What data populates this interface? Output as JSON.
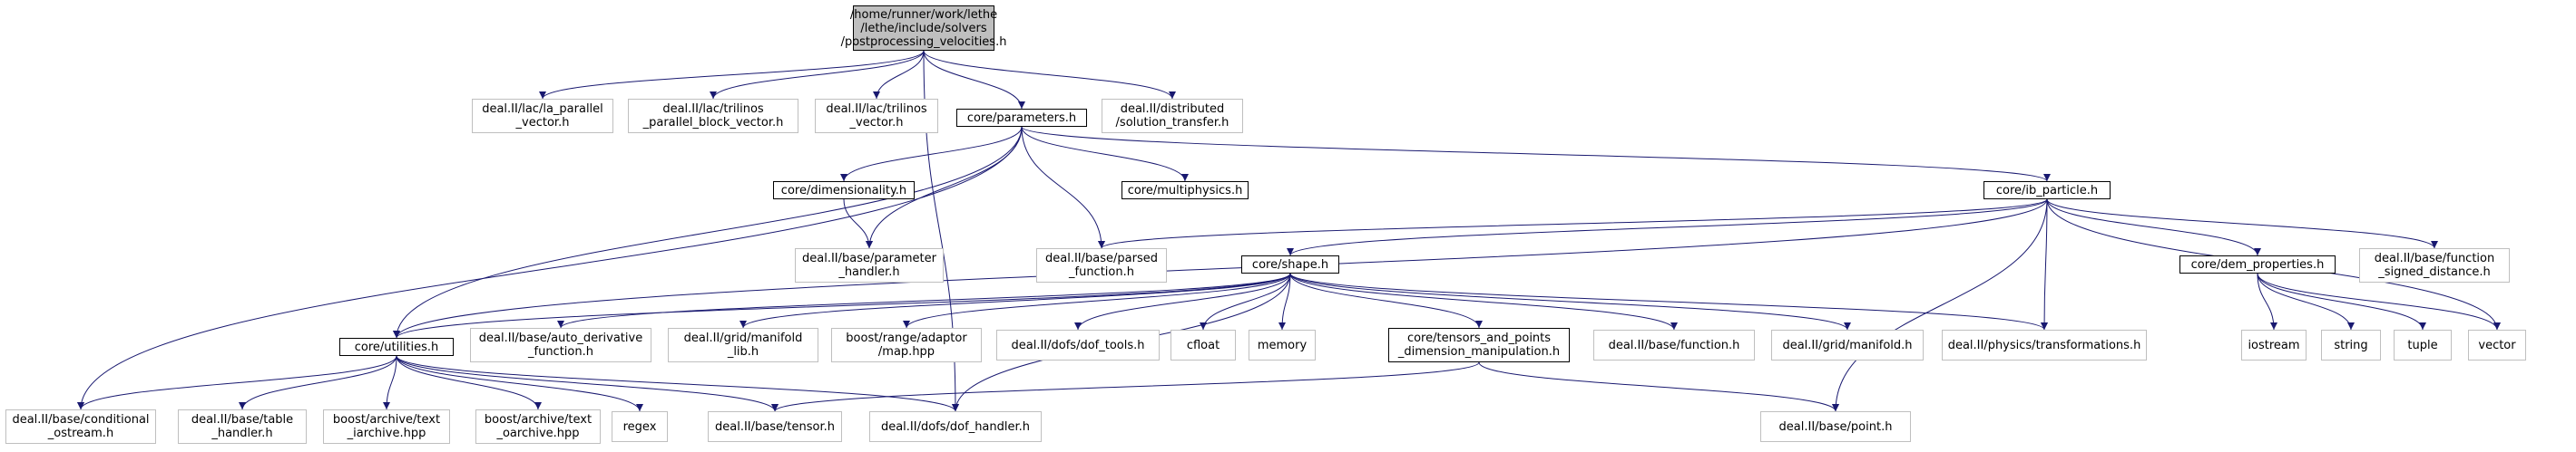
{
  "colors": {
    "edge": "#191970",
    "documented_border": "#000000",
    "system_border": "#bfbfbf",
    "root_fill": "#bfbfbf"
  },
  "nodes": [
    {
      "id": "root",
      "kind": "root",
      "label": "/home/runner/work/lethe\n/lethe/include/solvers\n/postprocessing_velocities.h"
    },
    {
      "id": "la_parallel_vector",
      "kind": "sys",
      "label": "deal.II/lac/la_parallel\n_vector.h"
    },
    {
      "id": "trilinos_block_vector",
      "kind": "sys",
      "label": "deal.II/lac/trilinos\n_parallel_block_vector.h"
    },
    {
      "id": "trilinos_vector",
      "kind": "sys",
      "label": "deal.II/lac/trilinos\n_vector.h"
    },
    {
      "id": "parameters",
      "kind": "doc",
      "label": "core/parameters.h"
    },
    {
      "id": "solution_transfer",
      "kind": "sys",
      "label": "deal.II/distributed\n/solution_transfer.h"
    },
    {
      "id": "dimensionality",
      "kind": "doc",
      "label": "core/dimensionality.h"
    },
    {
      "id": "multiphysics",
      "kind": "doc",
      "label": "core/multiphysics.h"
    },
    {
      "id": "ib_particle",
      "kind": "doc",
      "label": "core/ib_particle.h"
    },
    {
      "id": "parameter_handler",
      "kind": "sys",
      "label": "deal.II/base/parameter\n_handler.h"
    },
    {
      "id": "parsed_function",
      "kind": "sys",
      "label": "deal.II/base/parsed\n_function.h"
    },
    {
      "id": "shape",
      "kind": "doc",
      "label": "core/shape.h"
    },
    {
      "id": "dem_properties",
      "kind": "doc",
      "label": "core/dem_properties.h"
    },
    {
      "id": "function_signed_distance",
      "kind": "sys",
      "label": "deal.II/base/function\n_signed_distance.h"
    },
    {
      "id": "utilities",
      "kind": "doc",
      "label": "core/utilities.h"
    },
    {
      "id": "auto_derivative_function",
      "kind": "sys",
      "label": "deal.II/base/auto_derivative\n_function.h"
    },
    {
      "id": "manifold_lib",
      "kind": "sys",
      "label": "deal.II/grid/manifold\n_lib.h"
    },
    {
      "id": "adaptor_map",
      "kind": "sys",
      "label": "boost/range/adaptor\n/map.hpp"
    },
    {
      "id": "dof_tools",
      "kind": "sys",
      "label": "deal.II/dofs/dof_tools.h"
    },
    {
      "id": "cfloat",
      "kind": "sys",
      "label": "cfloat"
    },
    {
      "id": "memory",
      "kind": "sys",
      "label": "memory"
    },
    {
      "id": "tensors_points",
      "kind": "doc",
      "label": "core/tensors_and_points\n_dimension_manipulation.h"
    },
    {
      "id": "base_function",
      "kind": "sys",
      "label": "deal.II/base/function.h"
    },
    {
      "id": "grid_manifold",
      "kind": "sys",
      "label": "deal.II/grid/manifold.h"
    },
    {
      "id": "transformations",
      "kind": "sys",
      "label": "deal.II/physics/transformations.h"
    },
    {
      "id": "iostream",
      "kind": "sys",
      "label": "iostream"
    },
    {
      "id": "string",
      "kind": "sys",
      "label": "string"
    },
    {
      "id": "tuple",
      "kind": "sys",
      "label": "tuple"
    },
    {
      "id": "vector",
      "kind": "sys",
      "label": "vector"
    },
    {
      "id": "conditional_ostream",
      "kind": "sys",
      "label": "deal.II/base/conditional\n_ostream.h"
    },
    {
      "id": "table_handler",
      "kind": "sys",
      "label": "deal.II/base/table\n_handler.h"
    },
    {
      "id": "text_iarchive",
      "kind": "sys",
      "label": "boost/archive/text\n_iarchive.hpp"
    },
    {
      "id": "text_oarchive",
      "kind": "sys",
      "label": "boost/archive/text\n_oarchive.hpp"
    },
    {
      "id": "regex",
      "kind": "sys",
      "label": "regex"
    },
    {
      "id": "tensor",
      "kind": "sys",
      "label": "deal.II/base/tensor.h"
    },
    {
      "id": "dof_handler",
      "kind": "sys",
      "label": "deal.II/dofs/dof_handler.h"
    },
    {
      "id": "point",
      "kind": "sys",
      "label": "deal.II/base/point.h"
    }
  ],
  "edges": [
    [
      "root",
      "la_parallel_vector"
    ],
    [
      "root",
      "trilinos_block_vector"
    ],
    [
      "root",
      "trilinos_vector"
    ],
    [
      "root",
      "parameters"
    ],
    [
      "root",
      "solution_transfer"
    ],
    [
      "root",
      "dof_handler"
    ],
    [
      "parameters",
      "dimensionality"
    ],
    [
      "parameters",
      "multiphysics"
    ],
    [
      "parameters",
      "ib_particle"
    ],
    [
      "parameters",
      "parameter_handler"
    ],
    [
      "parameters",
      "parsed_function"
    ],
    [
      "parameters",
      "utilities"
    ],
    [
      "parameters",
      "conditional_ostream"
    ],
    [
      "dimensionality",
      "parameter_handler"
    ],
    [
      "ib_particle",
      "parsed_function"
    ],
    [
      "ib_particle",
      "shape"
    ],
    [
      "ib_particle",
      "dem_properties"
    ],
    [
      "ib_particle",
      "function_signed_distance"
    ],
    [
      "ib_particle",
      "vector"
    ],
    [
      "ib_particle",
      "transformations"
    ],
    [
      "ib_particle",
      "point"
    ],
    [
      "ib_particle",
      "utilities"
    ],
    [
      "shape",
      "utilities"
    ],
    [
      "shape",
      "auto_derivative_function"
    ],
    [
      "shape",
      "manifold_lib"
    ],
    [
      "shape",
      "adaptor_map"
    ],
    [
      "shape",
      "dof_tools"
    ],
    [
      "shape",
      "cfloat"
    ],
    [
      "shape",
      "memory"
    ],
    [
      "shape",
      "tensors_points"
    ],
    [
      "shape",
      "base_function"
    ],
    [
      "shape",
      "grid_manifold"
    ],
    [
      "shape",
      "transformations"
    ],
    [
      "shape",
      "dof_handler"
    ],
    [
      "dem_properties",
      "iostream"
    ],
    [
      "dem_properties",
      "string"
    ],
    [
      "dem_properties",
      "tuple"
    ],
    [
      "dem_properties",
      "vector"
    ],
    [
      "utilities",
      "conditional_ostream"
    ],
    [
      "utilities",
      "table_handler"
    ],
    [
      "utilities",
      "text_iarchive"
    ],
    [
      "utilities",
      "text_oarchive"
    ],
    [
      "utilities",
      "regex"
    ],
    [
      "utilities",
      "tensor"
    ],
    [
      "utilities",
      "dof_handler"
    ],
    [
      "tensors_points",
      "tensor"
    ],
    [
      "tensors_points",
      "point"
    ]
  ]
}
